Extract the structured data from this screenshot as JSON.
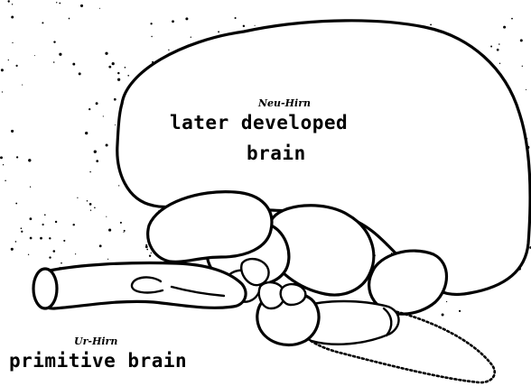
{
  "annotations": {
    "later_handwritten": "Neu-Hirn",
    "later_line1": "later developed",
    "later_line2": "brain",
    "primitive_handwritten": "Ur-Hirn",
    "primitive_label": "primitive brain"
  },
  "colors": {
    "ink": "#000000",
    "paper": "#ffffff"
  }
}
